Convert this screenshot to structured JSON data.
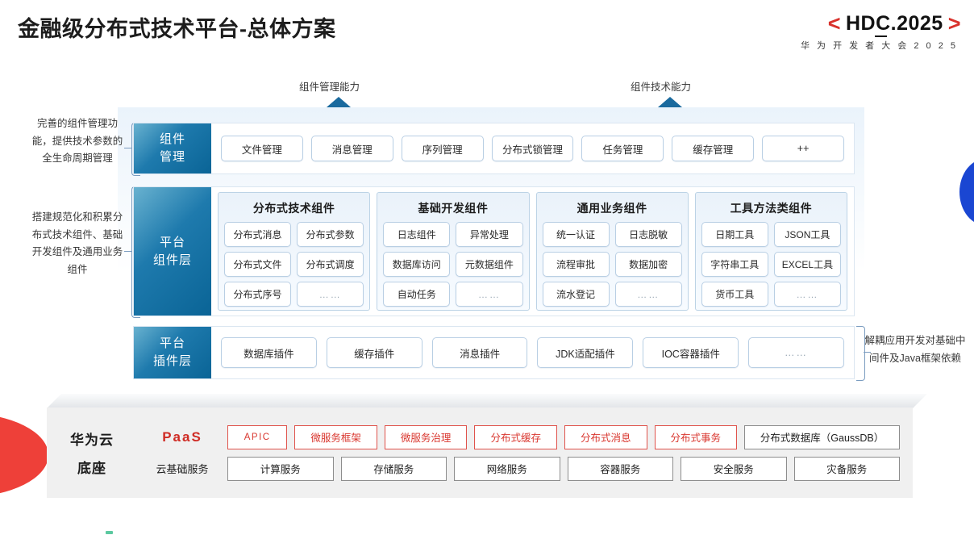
{
  "header": {
    "title": "金融级分布式技术平台-总体方案",
    "logo": {
      "left_bracket": "<",
      "right_bracket": ">",
      "main": "HDC.2025",
      "part_a": "HD",
      "part_b": "C",
      "part_c": ".2025",
      "subtitle": "华 为 开 发 者 大 会 2 0 2 5"
    }
  },
  "capabilities": [
    {
      "label": "组件管理能力",
      "icon": "up-arrow-icon"
    },
    {
      "label": "组件技术能力",
      "icon": "up-arrow-icon"
    }
  ],
  "annotations": {
    "left_top": "完善的组件管理功能，提供技术参数的全生命周期管理",
    "left_bottom": "搭建规范化和积累分布式技术组件、基础开发组件及通用业务组件",
    "right": "解耦应用开发对基础中间件及Java框架依赖"
  },
  "layers": {
    "component_management": {
      "label": "组件\n管理",
      "label_lines": [
        "组件",
        "管理"
      ],
      "chips": [
        "文件管理",
        "消息管理",
        "序列管理",
        "分布式锁管理",
        "任务管理",
        "缓存管理",
        "++"
      ]
    },
    "platform_component": {
      "label_lines": [
        "平台",
        "组件层"
      ],
      "groups": [
        {
          "title": "分布式技术组件",
          "items": [
            "分布式消息",
            "分布式参数",
            "分布式文件",
            "分布式调度",
            "分布式序号",
            "……"
          ]
        },
        {
          "title": "基础开发组件",
          "items": [
            "日志组件",
            "异常处理",
            "数据库访问",
            "元数据组件",
            "自动任务",
            "……"
          ]
        },
        {
          "title": "通用业务组件",
          "items": [
            "统一认证",
            "日志脱敏",
            "流程审批",
            "数据加密",
            "流水登记",
            "……"
          ]
        },
        {
          "title": "工具方法类组件",
          "items": [
            "日期工具",
            "JSON工具",
            "字符串工具",
            "EXCEL工具",
            "货币工具",
            "……"
          ]
        }
      ]
    },
    "platform_plugin": {
      "label_lines": [
        "平台",
        "插件层"
      ],
      "chips": [
        "数据库插件",
        "缓存插件",
        "消息插件",
        "JDK适配插件",
        "IOC容器插件",
        "……"
      ]
    }
  },
  "base": {
    "title_lines": [
      "华为云",
      "底座"
    ],
    "paas_label": "PaaS",
    "cloud_label": "云基础服务",
    "paas_chips": [
      {
        "label": "APIC",
        "style": "red"
      },
      {
        "label": "微服务框架",
        "style": "red"
      },
      {
        "label": "微服务治理",
        "style": "red"
      },
      {
        "label": "分布式缓存",
        "style": "red"
      },
      {
        "label": "分布式消息",
        "style": "red"
      },
      {
        "label": "分布式事务",
        "style": "red"
      },
      {
        "label": "分布式数据库（GaussDB）",
        "style": "dark"
      }
    ],
    "cloud_chips": [
      "计算服务",
      "存储服务",
      "网络服务",
      "容器服务",
      "安全服务",
      "灾备服务"
    ]
  },
  "colors": {
    "brand_red": "#d9322c",
    "brand_blue": "#0a6496",
    "accent_blue": "#1a46d2",
    "chip_border": "#b9cfe4",
    "paas_red": "#e0534c"
  }
}
